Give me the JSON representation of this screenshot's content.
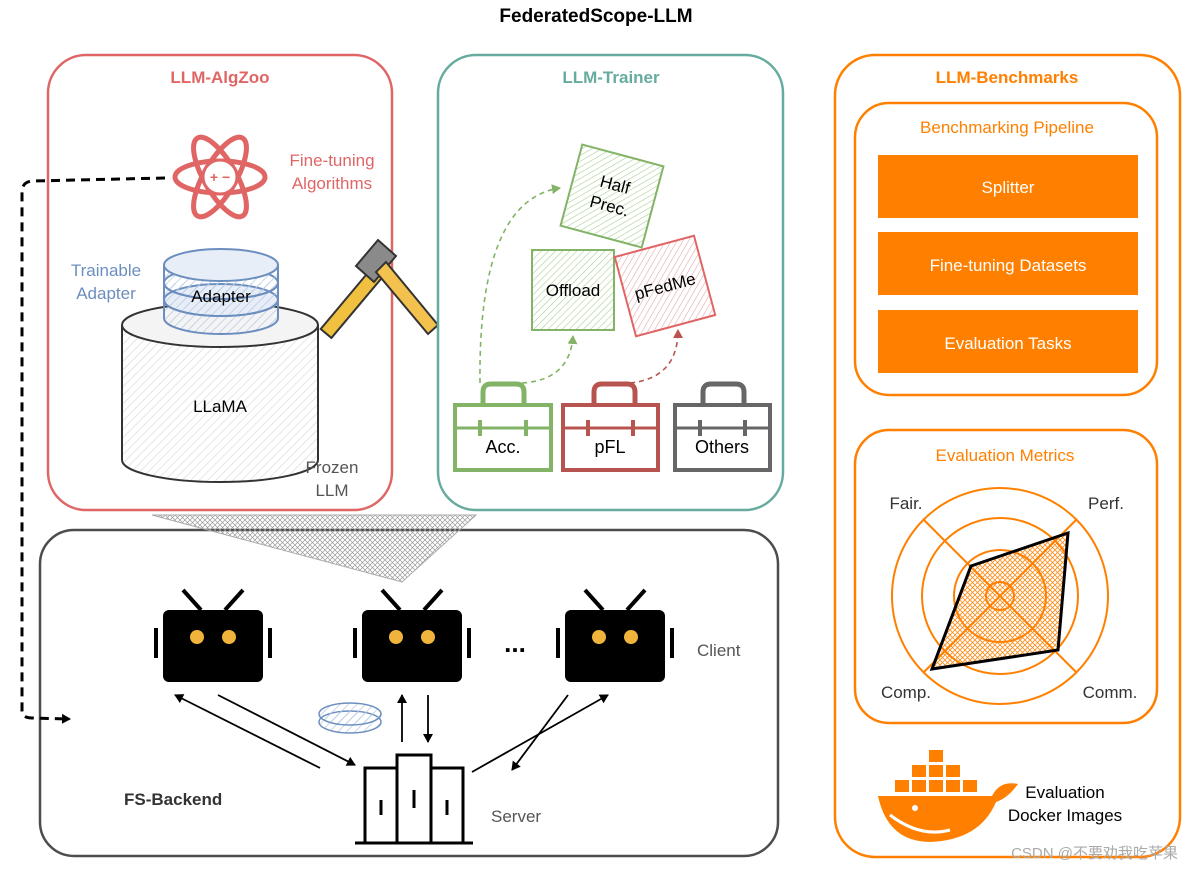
{
  "title": "FederatedScope-LLM",
  "algzoo": {
    "title": "LLM-AlgZoo",
    "fine_tuning_line1": "Fine-tuning",
    "fine_tuning_line2": "Algorithms",
    "trainable_line1": "Trainable",
    "trainable_line2": "Adapter",
    "adapter": "Adapter",
    "llama": "LLaMA",
    "frozen_line1": "Frozen",
    "frozen_line2": "LLM",
    "algo_symbol": "+ −"
  },
  "trainer": {
    "title": "LLM-Trainer",
    "half_line1": "Half",
    "half_line2": "Prec.",
    "offload": "Offload",
    "pfedme": "pFedMe",
    "acc": "Acc.",
    "pfl": "pFL",
    "others": "Others"
  },
  "benchmarks": {
    "title": "LLM-Benchmarks",
    "pipeline_title": "Benchmarking Pipeline",
    "splitter": "Splitter",
    "datasets": "Fine-tuning Datasets",
    "tasks": "Evaluation Tasks",
    "metrics_title": "Evaluation Metrics",
    "fair": "Fair.",
    "perf": "Perf.",
    "comp": "Comp.",
    "comm": "Comm.",
    "docker_line1": "Evaluation",
    "docker_line2": "Docker Images"
  },
  "backend": {
    "title": "FS-Backend",
    "client": "Client",
    "server": "Server",
    "dots": "..."
  },
  "watermark": "CSDN @不要劝我吃苹果",
  "colors": {
    "algzoo": "#e06666",
    "trainer": "#67ab9f",
    "bench": "#ff8000",
    "blue": "#6c8ebf",
    "green": "#82b366",
    "red": "#b85450",
    "gray": "#666666",
    "backend": "#4d4d4d"
  }
}
